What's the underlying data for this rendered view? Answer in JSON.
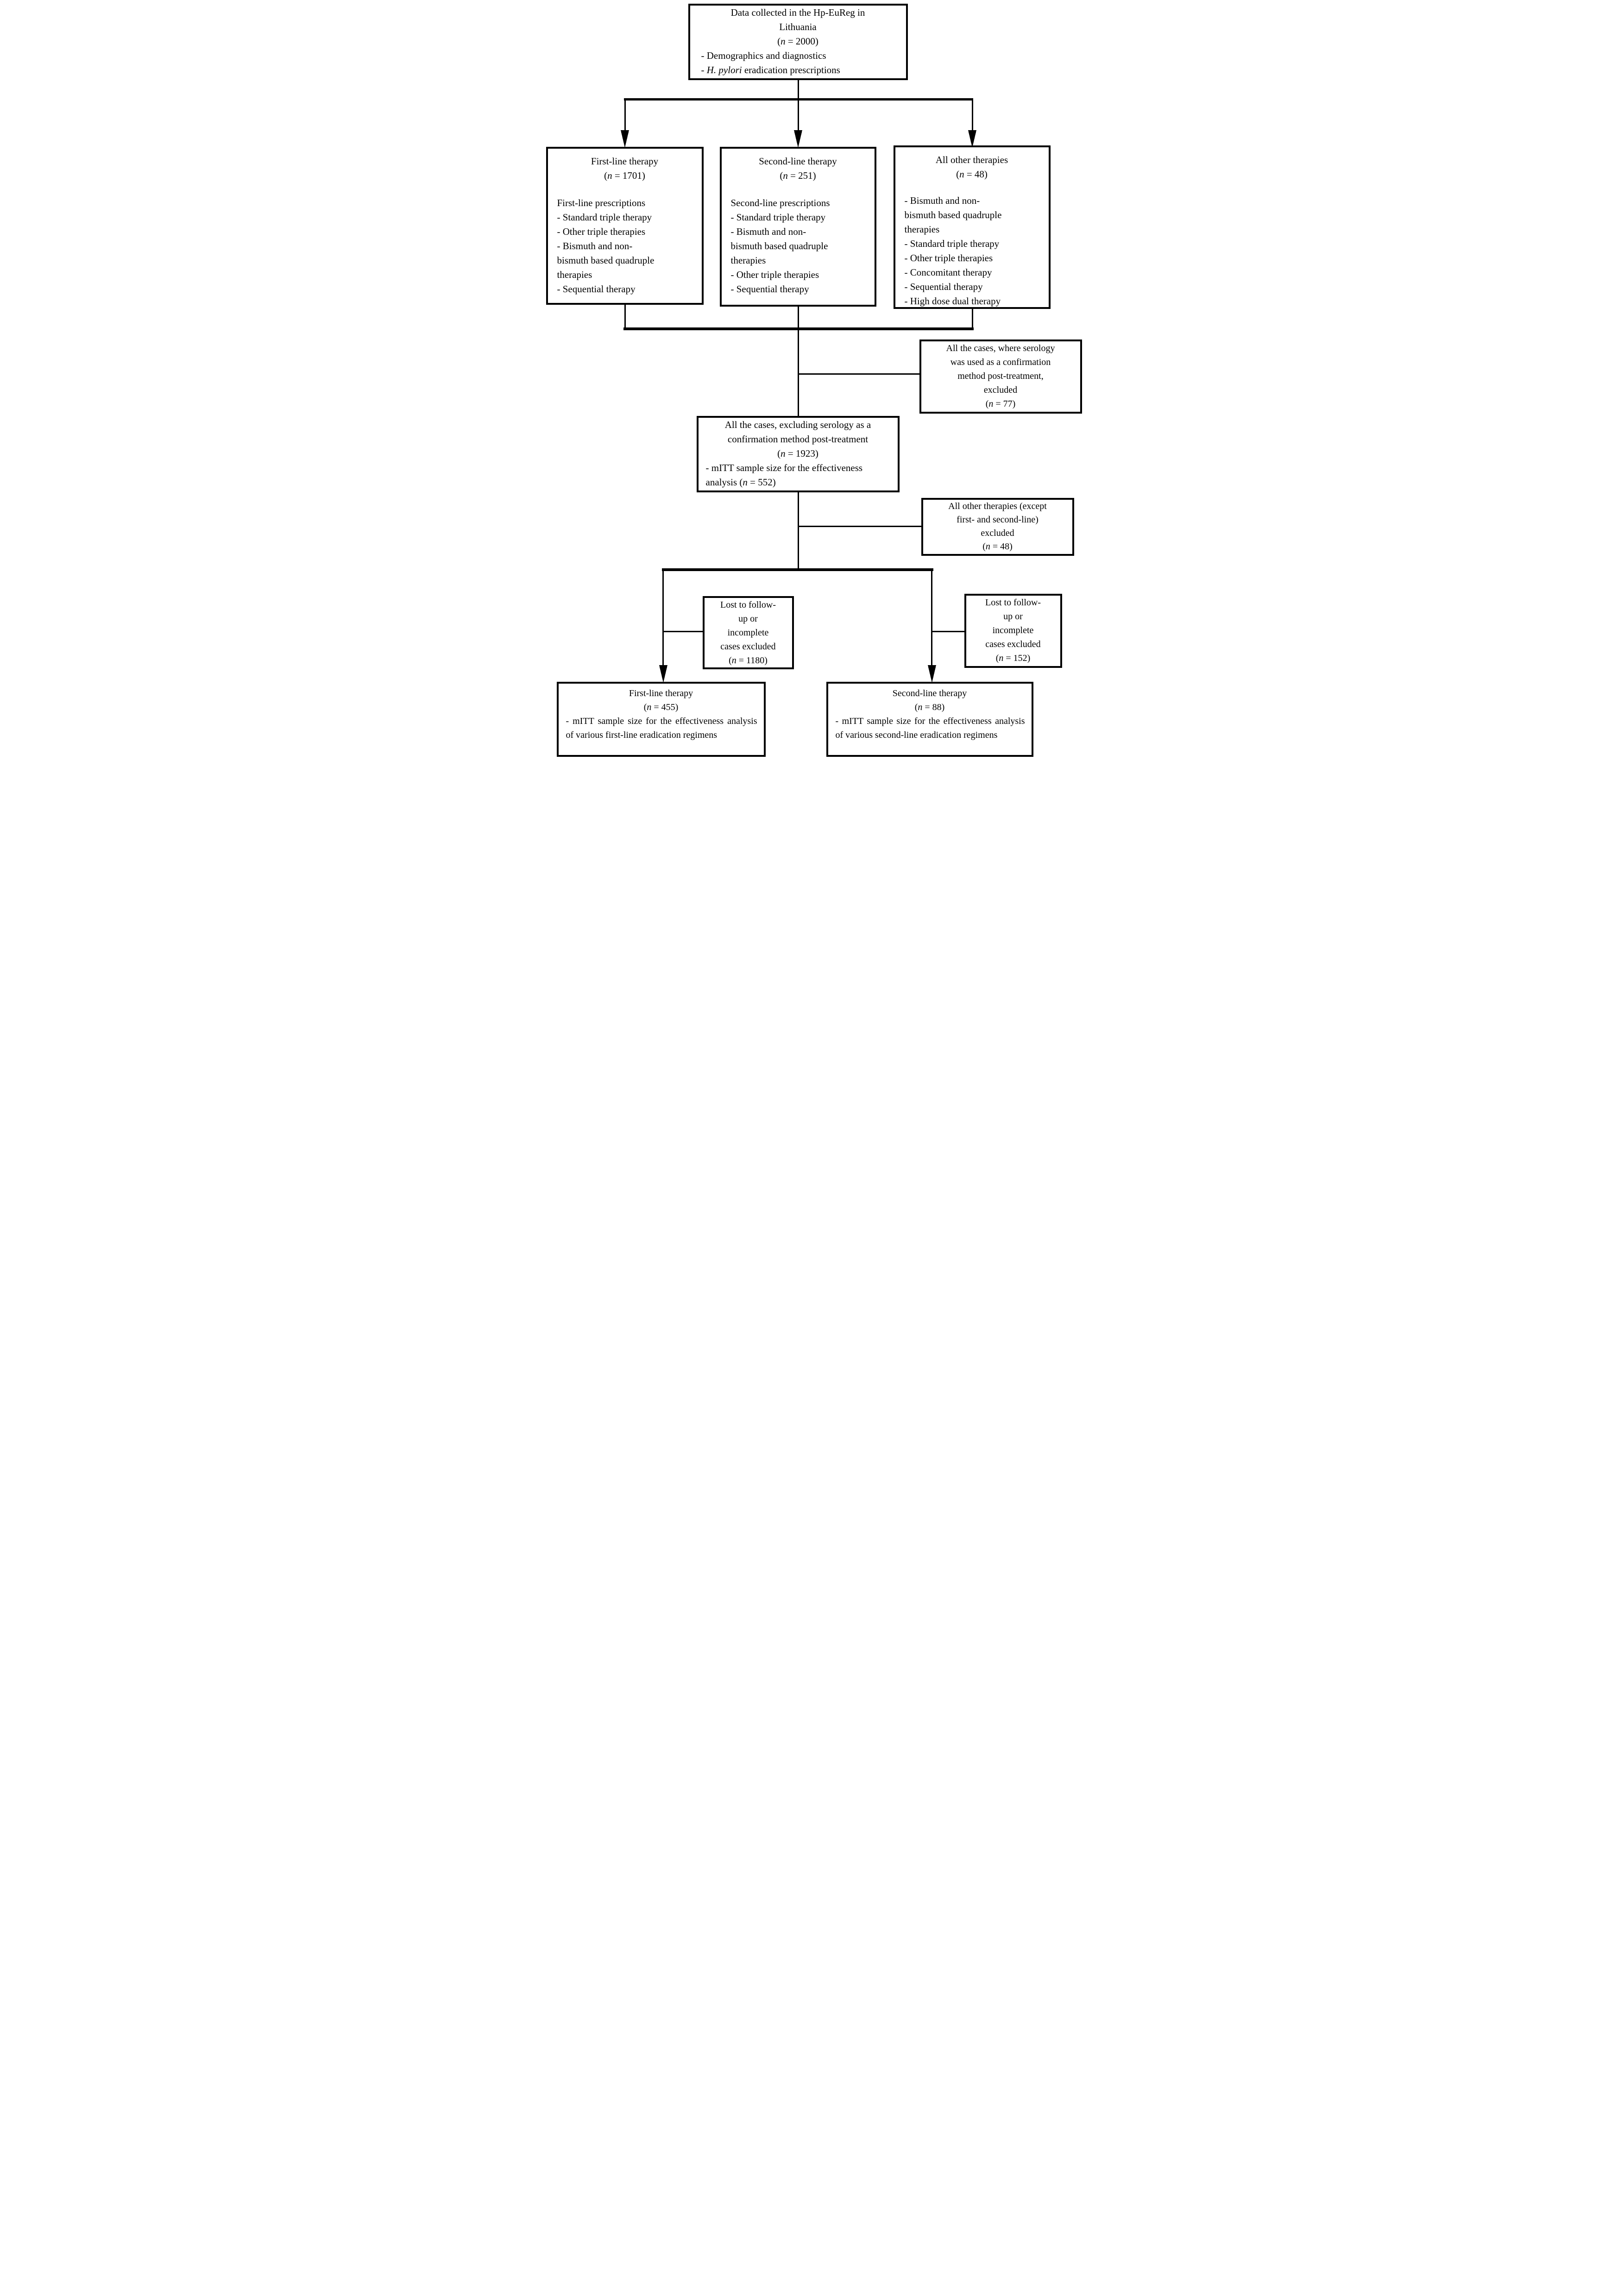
{
  "page": {
    "background": "#ffffff",
    "ink": "#000000"
  },
  "boxes": {
    "source": {
      "heading_lines": [
        "Data collected in the Hp-EuReg in",
        "Lithuania"
      ],
      "n": {
        "open": "(",
        "var": "n",
        "rest": " = 2000)"
      },
      "bullet1": "- Demographics and diagnostics",
      "bullet2": {
        "pre": "- ",
        "italic": "H. pylori",
        "post": " eradication prescriptions"
      }
    },
    "first_line": {
      "title": "First-line therapy",
      "n": {
        "open": "(",
        "var": "n",
        "rest": " = 1701)"
      },
      "body_lines": [
        "First-line prescriptions",
        "- Standard triple therapy",
        "- Other triple therapies",
        "- Bismuth and non-",
        "bismuth based quadruple",
        "therapies",
        "- Sequential therapy"
      ]
    },
    "second_line": {
      "title": "Second-line therapy",
      "n": {
        "open": "(",
        "var": "n",
        "rest": " = 251)"
      },
      "body_lines": [
        "Second-line prescriptions",
        "- Standard triple therapy",
        "- Bismuth and non-",
        "bismuth based quadruple",
        "therapies",
        "- Other triple therapies",
        "- Sequential therapy"
      ]
    },
    "other_therapies": {
      "title": "All other therapies",
      "n": {
        "open": "(",
        "var": "n",
        "rest": " = 48)"
      },
      "body_lines": [
        "- Bismuth and non-",
        "bismuth based quadruple",
        "therapies",
        "- Standard triple therapy",
        "- Other triple therapies",
        "- Concomitant therapy",
        "- Sequential therapy",
        "- High dose dual therapy"
      ]
    },
    "serology_excluded": {
      "lines": [
        "All the cases, where serology",
        "was used as a confirmation",
        "method post-treatment,",
        "excluded"
      ],
      "n": {
        "open": "(",
        "var": "n",
        "rest": " = 77)"
      }
    },
    "post_treatment": {
      "heading_lines": [
        "All the cases, excluding serology as a",
        "confirmation method post-treatment"
      ],
      "n": {
        "open": "(",
        "var": "n",
        "rest": " = 1923)"
      },
      "bullet": {
        "pre": "- mITT sample size for the effectiveness analysis (",
        "var": "n",
        "post": " = 552)"
      }
    },
    "other_excluded": {
      "lines": [
        "All other therapies (except",
        "first- and second-line)",
        "excluded"
      ],
      "n": {
        "open": "(",
        "var": "n",
        "rest": " = 48)"
      }
    },
    "lost_first": {
      "lines": [
        "Lost to follow-",
        "up or",
        "incomplete",
        "cases excluded"
      ],
      "n": {
        "open": "(",
        "var": "n",
        "rest": " = 1180)"
      }
    },
    "lost_second": {
      "lines": [
        "Lost to follow-",
        "up or",
        "incomplete",
        "cases excluded"
      ],
      "n": {
        "open": "(",
        "var": "n",
        "rest": " = 152)"
      }
    },
    "final_first": {
      "title": "First-line therapy",
      "n": {
        "open": "(",
        "var": "n",
        "rest": " = 455)"
      },
      "bullet": "- mITT sample size for the effectiveness analysis of various first-line eradication regimens"
    },
    "final_second": {
      "title": "Second-line therapy",
      "n": {
        "open": "(",
        "var": "n",
        "rest": " = 88)"
      },
      "bullet": "- mITT sample size for the effectiveness analysis of various second-line eradication regimens"
    }
  }
}
